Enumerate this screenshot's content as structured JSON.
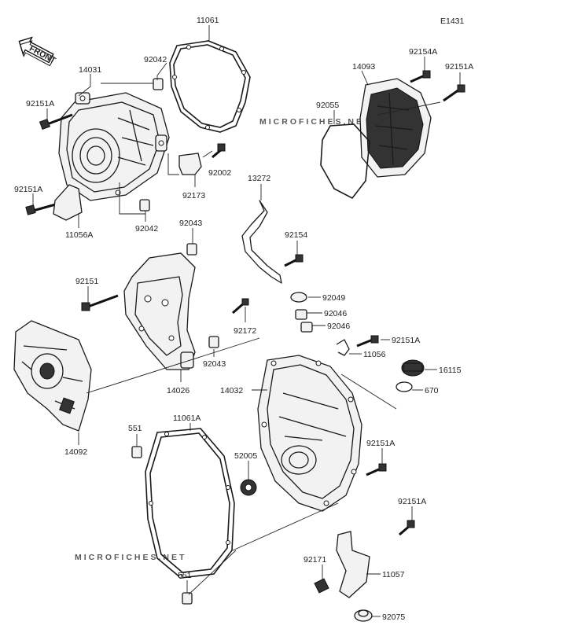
{
  "diagram_code": "E1431",
  "front_label": "FRONT",
  "watermark": "MICROFICHES.NET",
  "callouts": [
    "11061",
    "92042",
    "14031",
    "92151A",
    "92002",
    "92173",
    "92151A",
    "11056A",
    "92042",
    "14093",
    "92154A",
    "92151A",
    "92055",
    "13272",
    "92043",
    "92154",
    "92151",
    "92049",
    "92046",
    "92046",
    "92172",
    "92151A",
    "11056",
    "92043",
    "14026",
    "16115",
    "14032",
    "670",
    "14092",
    "551",
    "11061A",
    "92151A",
    "52005",
    "92151A",
    "92171",
    "11057",
    "551",
    "92075"
  ]
}
